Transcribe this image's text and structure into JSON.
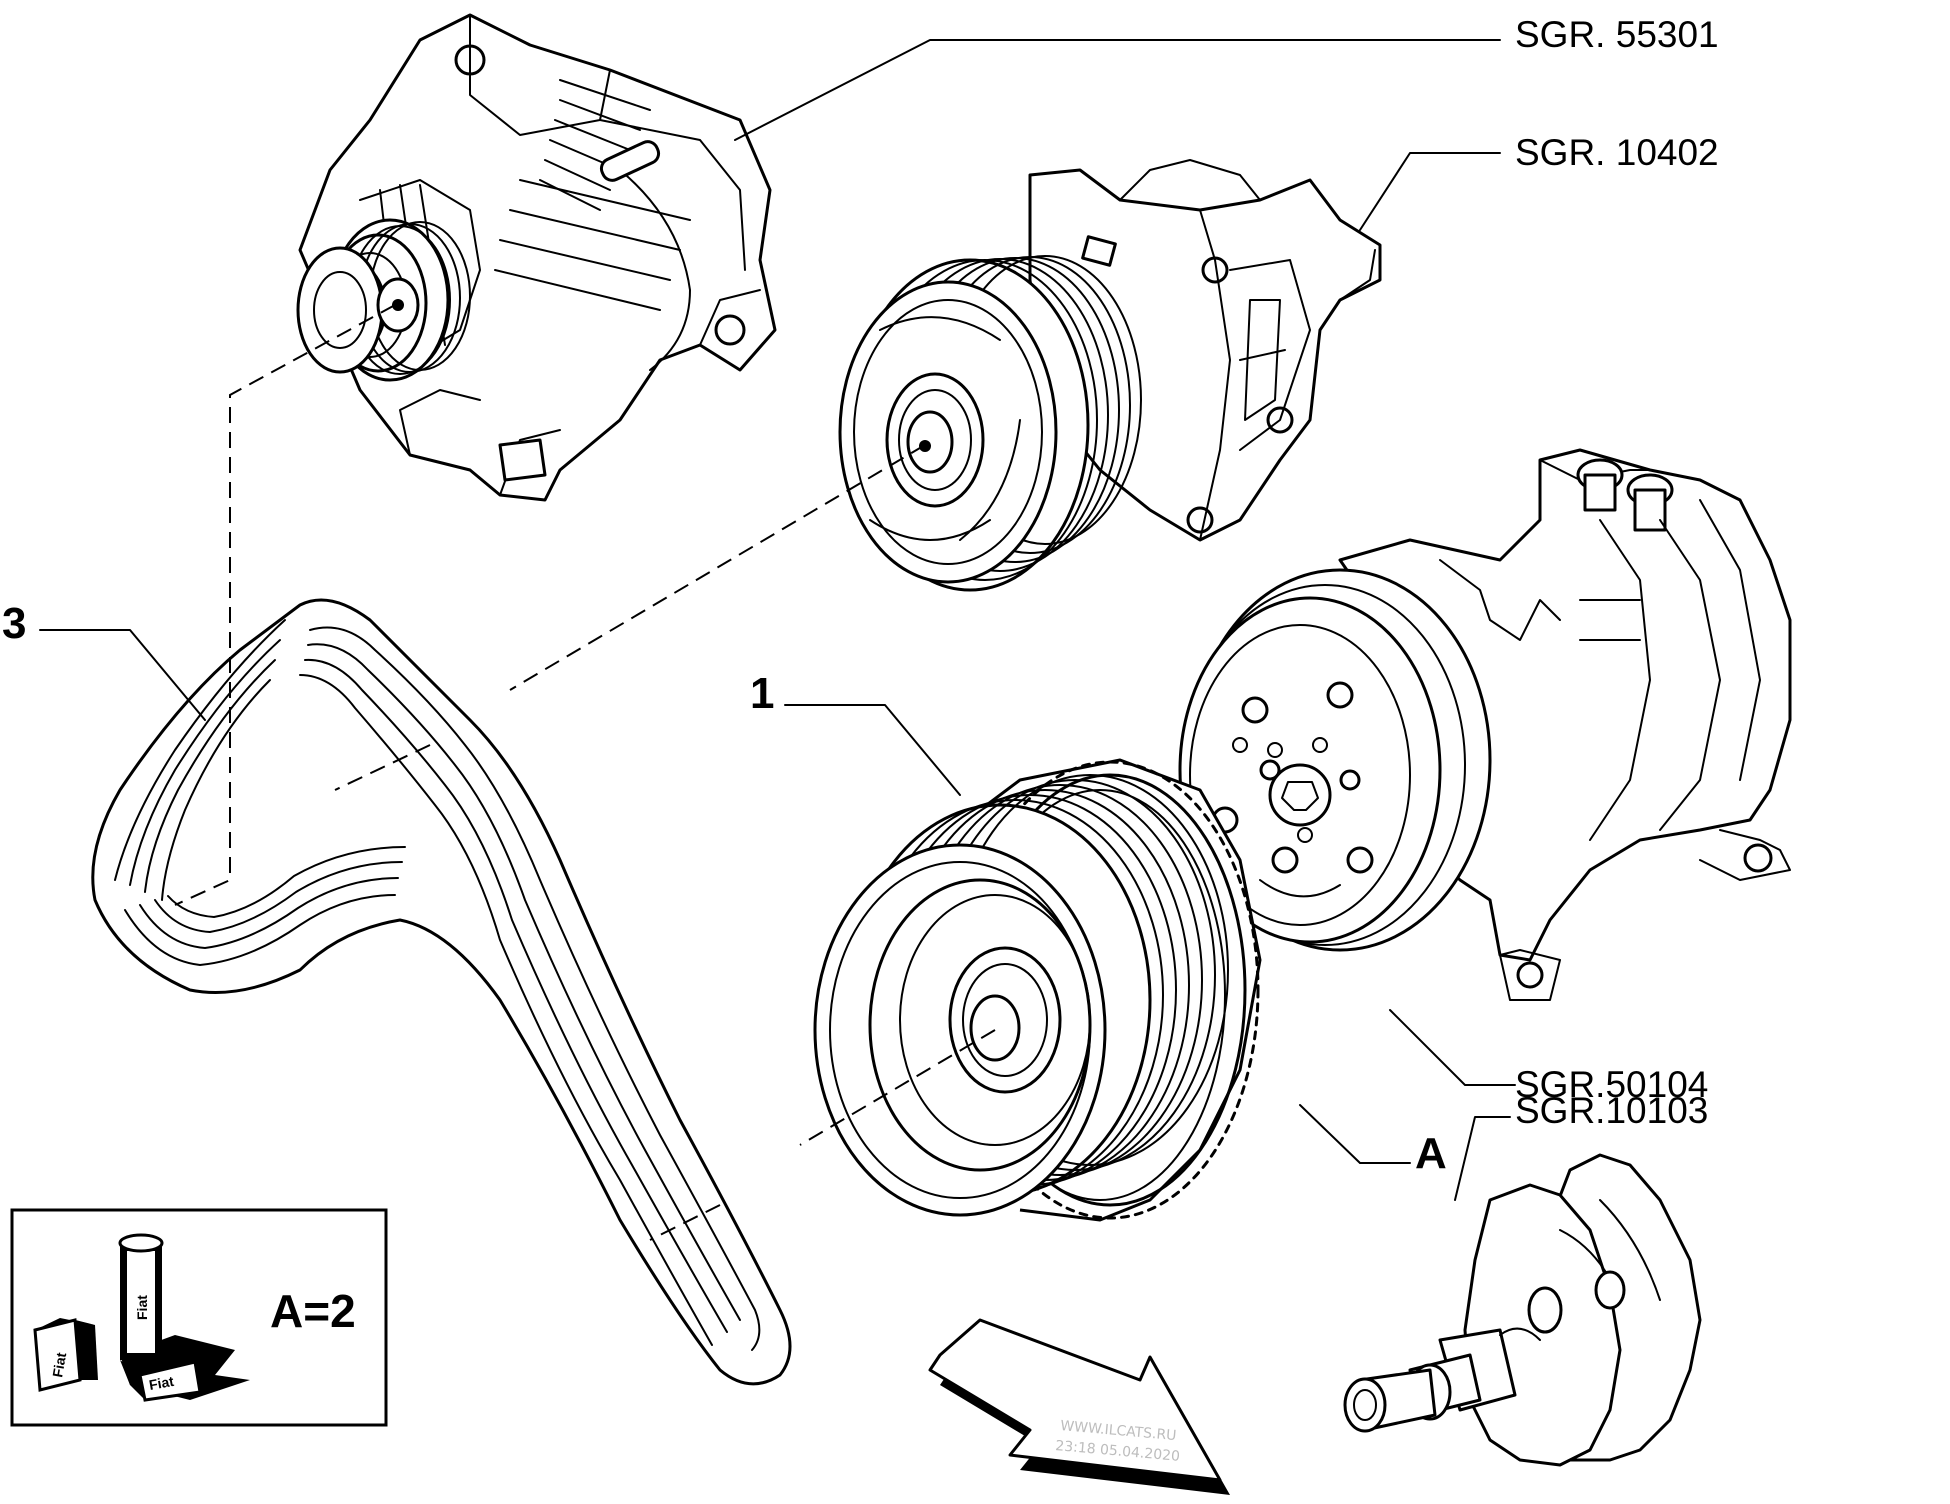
{
  "callouts": {
    "alternator": "SGR. 55301",
    "water_pump": "SGR. 10402",
    "compressor": "SGR.50104",
    "crankshaft": "SGR.10103"
  },
  "item_numbers": {
    "belt": "3",
    "pulley": "1",
    "assembly": "A"
  },
  "inset": {
    "quantity_label": "A=2",
    "can_text": "Fiat",
    "box_text_1": "Fiat",
    "box_text_2": "Fiat"
  },
  "watermark": {
    "line1": "WWW.ILCATS.RU",
    "line2": "23:18 05.04.2020"
  }
}
